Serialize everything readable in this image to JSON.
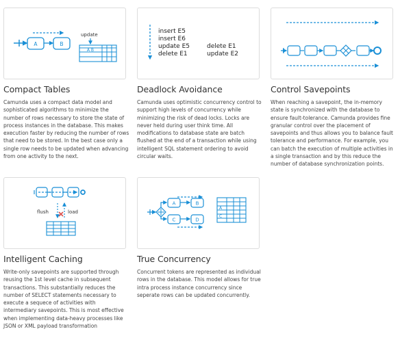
{
  "features": [
    {
      "id": "compact-tables",
      "title": "Compact Tables",
      "description": "Camunda uses a compact data model and sophisticated algorithms to minimize the number of rows necessary to store the state of process instances in the database. This makes execution faster by reducing the number of rows that need to be stored. In the best case only a single row needs to be updated when advancing from one activity to the next.",
      "illustration": {
        "box_a": "A",
        "box_b": "B",
        "update_label": "update",
        "row_label": "A B"
      }
    },
    {
      "id": "deadlock-avoidance",
      "title": "Deadlock Avoidance",
      "description": "Camunda uses optimistic concurrency control to support high levels of concurrency while minimizing the risk of dead locks. Locks are never held during user think time. All modifications to database state are batch flushed at the end of a transaction while using intelligent SQL statement ordering to avoid circular waits.",
      "illustration": {
        "left_lines": [
          "insert E5",
          "insert E6",
          "update E5",
          "delete E1"
        ],
        "right_lines": [
          "delete E1",
          "update E2"
        ]
      }
    },
    {
      "id": "control-savepoints",
      "title": "Control Savepoints",
      "description": "When reaching a savepoint, the in-memory state is synchronized with the database to ensure fault-tolerance. Camunda provides fine granular control over the placement of savepoints and thus allows you to balance fault tolerance and performance. For example, you can batch the execution of multiple activities in a single transaction and by this reduce the number of database synchronization points."
    },
    {
      "id": "intelligent-caching",
      "title": "Intelligent Caching",
      "description": "Write-only savepoints are supported through reusing the 1st level cache in subsequent transactions. This substantially reduces the number of SELECT statements necessary to execute a sequece of activities with intermediary savepoints. This is most effective when implementing data-heavy processes like JSON or XML payload transformation",
      "illustration": {
        "flush_label": "flush",
        "load_label": "load"
      }
    },
    {
      "id": "true-concurrency",
      "title": "True Concurrency",
      "description": "Concurrent tokens are represented as individual rows in the database. This model allows for true intra process instance concurrency since seperate rows can be updated concurrently.",
      "illustration": {
        "box_a": "A",
        "box_b": "B",
        "box_c": "C",
        "box_d": "D",
        "row_a": "A",
        "row_c": "C"
      }
    }
  ],
  "colors": {
    "accent": "#1a8fd6",
    "border": "#dcdcdc",
    "text": "#333333",
    "cross": "#d9534f"
  }
}
